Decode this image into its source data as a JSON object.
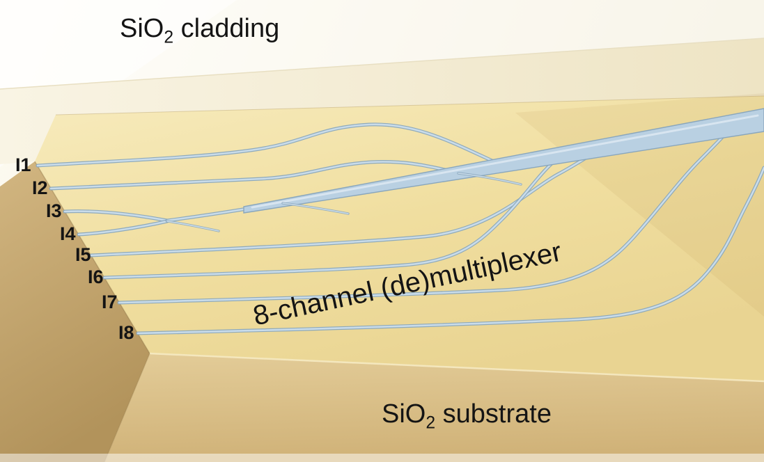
{
  "texts": {
    "cladding": {
      "prefix": "SiO",
      "sub": "2",
      "suffix": " cladding"
    },
    "substrate": {
      "prefix": "SiO",
      "sub": "2",
      "suffix": " substrate"
    },
    "device": "8-channel (de)multiplexer"
  },
  "input_labels": [
    "I1",
    "I2",
    "I3",
    "I4",
    "I5",
    "I6",
    "I7",
    "I8"
  ],
  "colors": {
    "chip-top": "#f0dfa4",
    "chip-front": "#d9c08a",
    "chip-left": "#c2a26e",
    "cladding": "#f2ead2",
    "wg-fill": "#b9d0e2",
    "wg-core": "#c9dcea",
    "wg-edge": "#89a6bc",
    "text": "#141414"
  }
}
